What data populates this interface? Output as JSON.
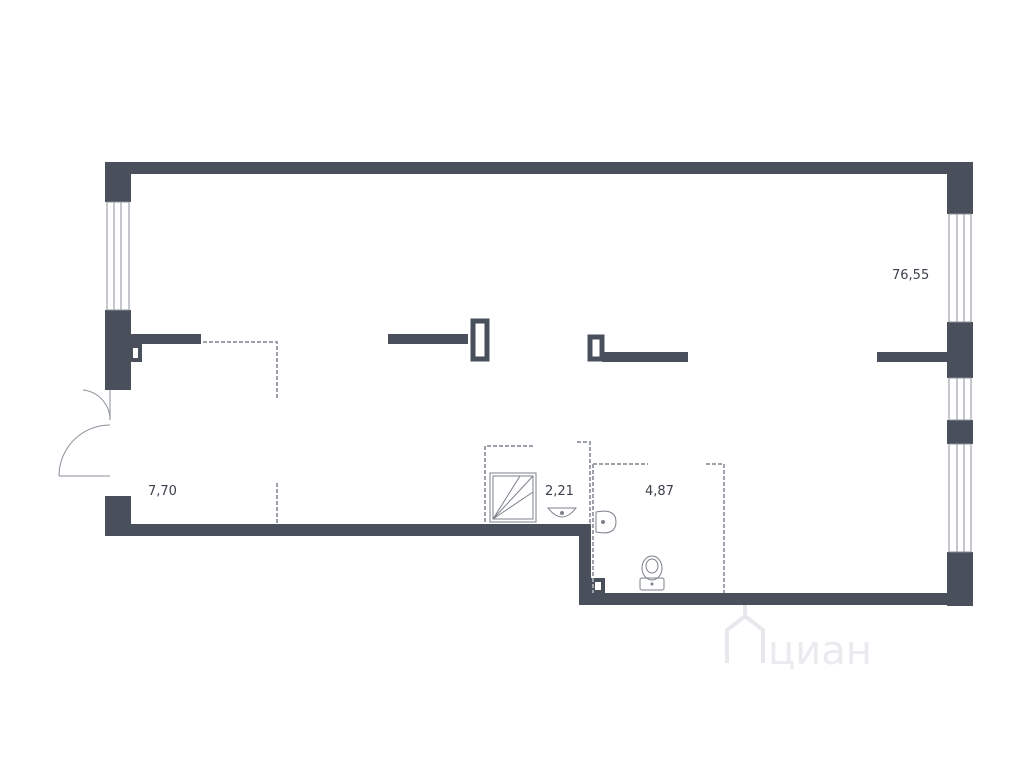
{
  "colors": {
    "wall": "#4a4f5c",
    "window_line": "#8a8f99",
    "fixture": "#7b808a",
    "dashed": "#9ca1ab",
    "label": "#3a3f4a",
    "watermark": "#e9ebef"
  },
  "rooms": {
    "main_area": "76,55",
    "entry_area": "7,70",
    "shower_room_area": "2,21",
    "bathroom_area": "4,87"
  },
  "watermark": {
    "text": "циан",
    "logo_icon": "cian-house-icon"
  }
}
